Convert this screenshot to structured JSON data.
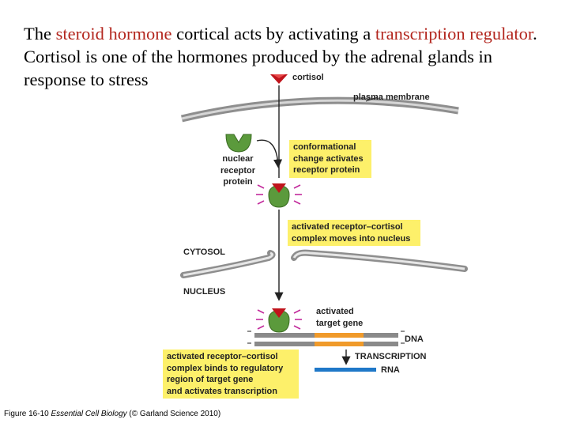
{
  "title": {
    "part1": "The ",
    "term1": "steroid hormone",
    "part2": " cortical acts by activating a ",
    "term2": "transcription regulator",
    "part3": ". Cortisol is one of the hormones produced by the adrenal glands in response to stress"
  },
  "labels": {
    "cortisol": "cortisol",
    "plasma_membrane": "plasma membrane",
    "nuclear_receptor": [
      "nuclear",
      "receptor",
      "protein"
    ],
    "cytosol": "CYTOSOL",
    "nucleus": "NUCLEUS",
    "activated_target_gene": [
      "activated",
      "target gene"
    ],
    "dna": "DNA",
    "transcription": "TRANSCRIPTION",
    "rna": "RNA"
  },
  "callouts": {
    "conformational": [
      "conformational",
      "change activates",
      "receptor protein"
    ],
    "moves": [
      "activated receptor–cortisol",
      "complex moves into nucleus"
    ],
    "binds": [
      "activated receptor–cortisol",
      "complex binds to regulatory",
      "region of target gene",
      "and activates transcription"
    ]
  },
  "caption": {
    "prefix": "Figure 16-10  ",
    "book": "Essential Cell Biology",
    "suffix": " (© Garland Science 2010)"
  },
  "colors": {
    "title_highlight": "#b3261e",
    "callout_bg": "#fdf06a",
    "receptor_green": "#5b9a3c",
    "cortisol_red": "#c0141c",
    "membrane_gray": "#9a9a9a",
    "gene_orange": "#f09a2a",
    "rna_blue": "#1f78c8",
    "signal_magenta": "#c22a9c"
  }
}
